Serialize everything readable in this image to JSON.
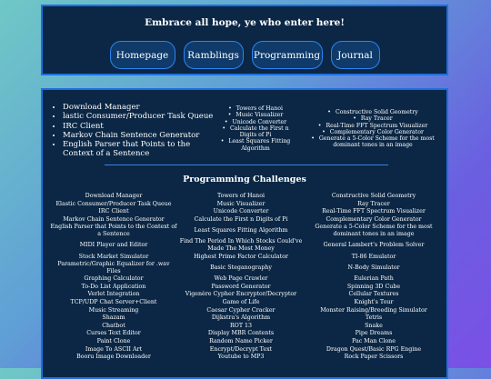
{
  "header": {
    "title": "Embrace all hope, ye who enter here!",
    "nav": [
      "Homepage",
      "Ramblings",
      "Programming",
      "Journal"
    ]
  },
  "projects": {
    "col1": [
      "Download Manager",
      "lastic Consumer/Producer Task Queue",
      "IRC Client",
      "Markov Chain Sentence Generator",
      "English Parser that Points to the Context of a Sentence"
    ],
    "col2": [
      "Towers of Hanoi",
      "Music Visualizer",
      "Unicode Converter",
      "Calculate the First n Digits of Pi",
      "Least Squares Fitting Algorithm"
    ],
    "col3": [
      "Constructive Solid Geometry",
      "Ray Tracer",
      "Real-Time FFT Spectrum Visualizer",
      "Complementary Color Generator",
      "Generate a 5-Color Scheme for the most dominant tones in an image"
    ]
  },
  "challenges": {
    "title": "Programming Challenges",
    "rows": [
      [
        "Download Manager",
        "Towers of Hanoi",
        "Constructive Solid Geometry"
      ],
      [
        "Elastic Consumer/Producer Task Queue",
        "Music Visualizer",
        "Ray Tracer"
      ],
      [
        "IRC Client",
        "Unicode Converter",
        "Real-Time FFT Spectrum Visualizer"
      ],
      [
        "Markov Chain Sentence Generator",
        "Calculate the First n Digits of Pi",
        "Complementary Color Generator"
      ],
      [
        "English Parser that Points to the Context of a Sentence",
        "Least Squares Fitting Algorithm",
        "Generate a 5-Color Scheme for the most dominant tones in an image"
      ],
      [
        "MIDI Player and Editor",
        "Find The Period In Which Stocks Could've Made The Most Money",
        "General Lambert's Problem Solver"
      ],
      [
        "Stock Market Simulator",
        "Highest Prime Factor Calculator",
        "TI-86 Emulator"
      ],
      [
        "Parametric/Graphic Equalizer for .wav Files",
        "Basic Steganography",
        "N-Body Simulator"
      ],
      [
        "Graphing Calculator",
        "Web Page Crawler",
        "Eulerian Path"
      ],
      [
        "To-Do List Application",
        "Password Generator",
        "Spinning 3D Cube"
      ],
      [
        "Verlet Integration",
        "Vigenère Cypher Encryptor/Decryptor",
        "Cellular Textures"
      ],
      [
        "TCP/UDP Chat Server+Client",
        "Game of Life",
        "Knight's Tour"
      ],
      [
        "Music Streaming",
        "Caesar Cypher Cracker",
        "Monster Raising/Breeding Simulator"
      ],
      [
        "Shazam",
        "Dijkstra's Algorithm",
        "Tetris"
      ],
      [
        "Chatbot",
        "ROT 13",
        "Snake"
      ],
      [
        "Curses Text Editor",
        "Display MBR Contents",
        "Pipe Dreams"
      ],
      [
        "Paint Clone",
        "Random Name Picker",
        "Pac Man Clone"
      ],
      [
        "Image To ASCII Art",
        "Encrypt/Decrypt Text",
        "Dragon Quest/Basic RPG Engine"
      ],
      [
        "Booru Image Downloader",
        "Youtube to MP3",
        "Rock Paper Scissors"
      ]
    ]
  }
}
